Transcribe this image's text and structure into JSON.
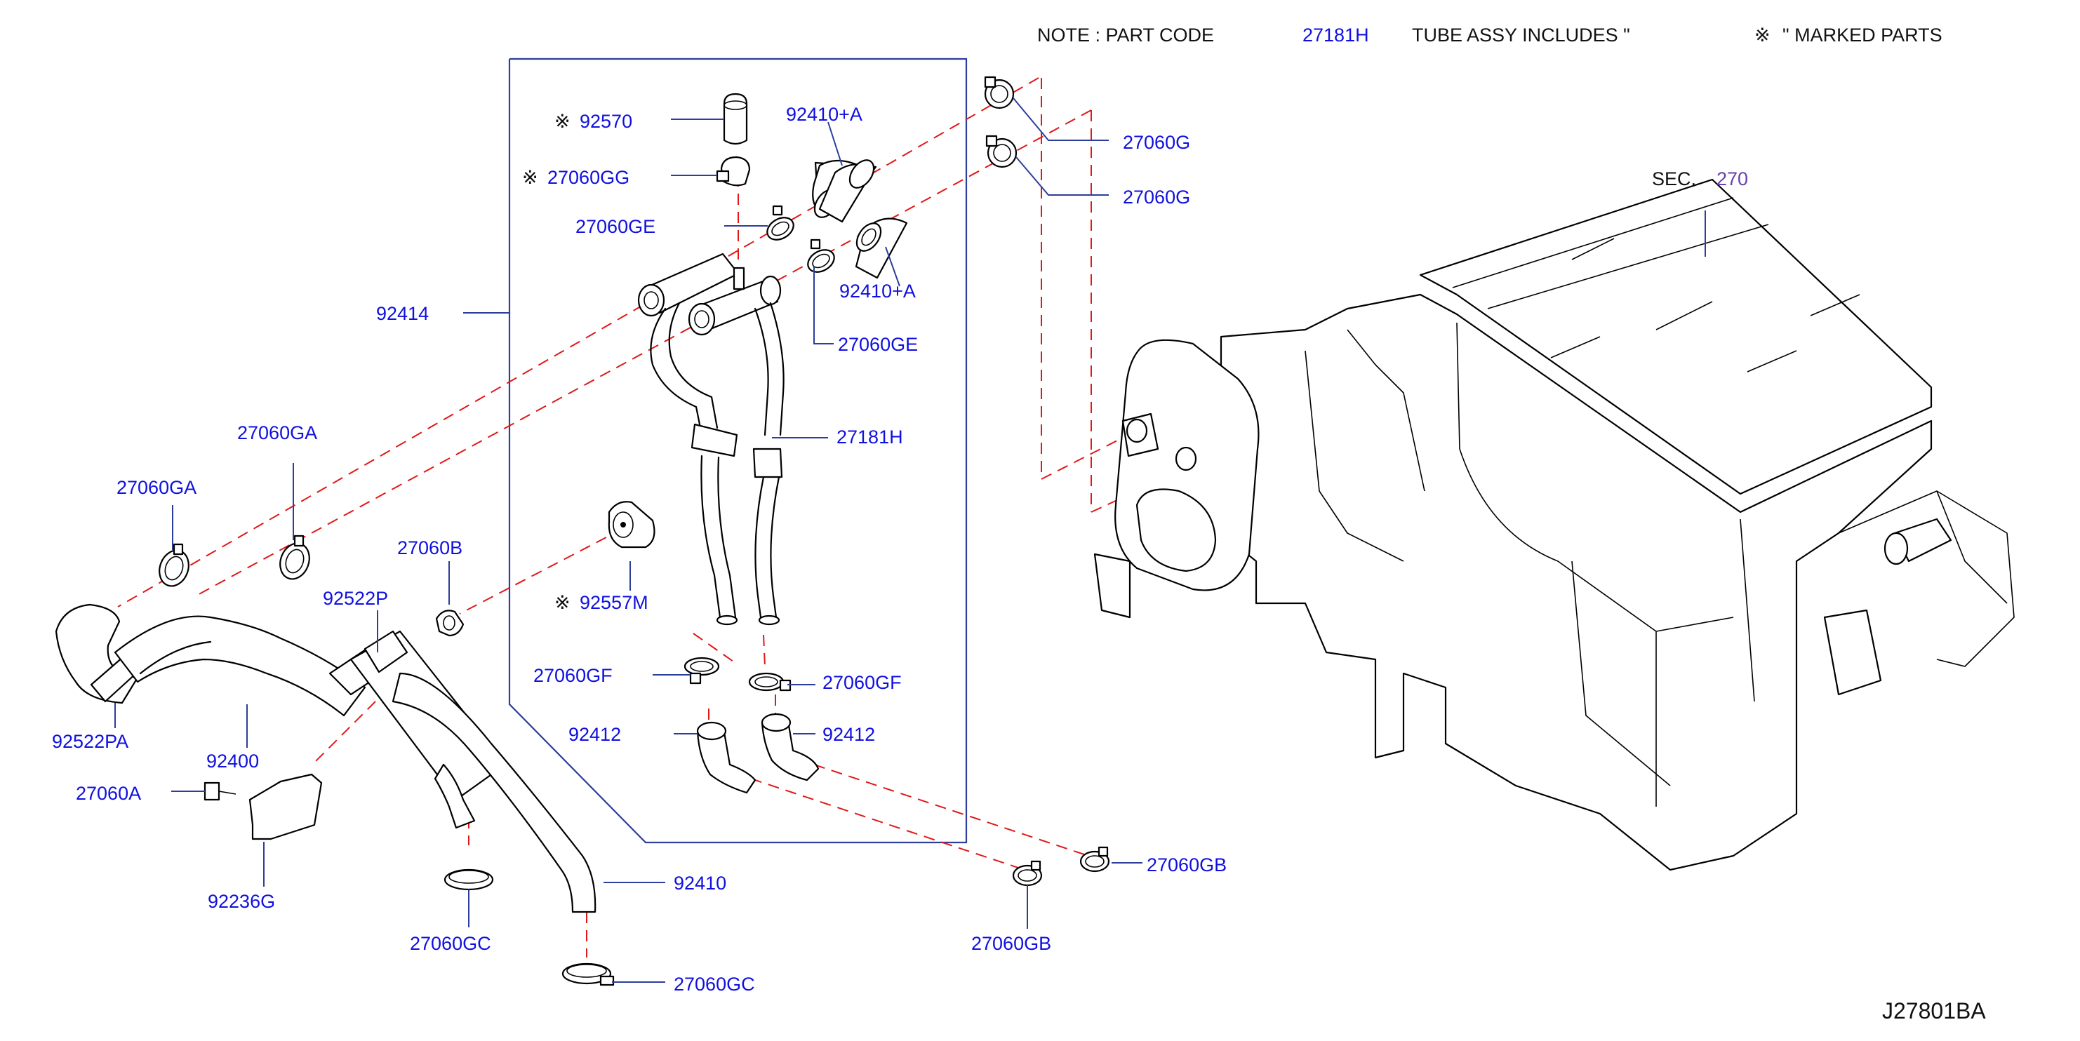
{
  "note": {
    "prefix": "NOTE  :  PART  CODE",
    "code": "27181H",
    "suffix": "TUBE  ASSY  INCLUDES  \"",
    "mark_suffix": "\"  MARKED  PARTS",
    "mark_symbol": "※"
  },
  "section": {
    "prefix": "SEC.",
    "number": "270"
  },
  "drawing_id": "J27801BA",
  "labels": {
    "p92570": "92570",
    "p27060GG": "27060GG",
    "p92410A_top": "92410+A",
    "p27060GE_left": "27060GE",
    "p92410A_mid": "92410+A",
    "p27060GE_right": "27060GE",
    "p27060G_top": "27060G",
    "p27060G_bottom": "27060G",
    "p92414": "92414",
    "p27181H": "27181H",
    "p27060GA_top": "27060GA",
    "p27060GA_left": "27060GA",
    "p27060B": "27060B",
    "p92557M": "92557M",
    "p92522P": "92522P",
    "p27060GF_left": "27060GF",
    "p27060GF_right": "27060GF",
    "p92412_left": "92412",
    "p92412_right": "92412",
    "p92522PA": "92522PA",
    "p92400": "92400",
    "p27060A": "27060A",
    "p92236G": "92236G",
    "p92410": "92410",
    "p27060GB_right": "27060GB",
    "p27060GB_bottom": "27060GB",
    "p27060GC_left": "27060GC",
    "p27060GC_bottom": "27060GC"
  },
  "colors": {
    "label": "#1010e0",
    "leader": "#2c3d9a",
    "dashed_flow": "#e01818",
    "part_outline": "#000000",
    "section_number": "#6a3fb0"
  }
}
